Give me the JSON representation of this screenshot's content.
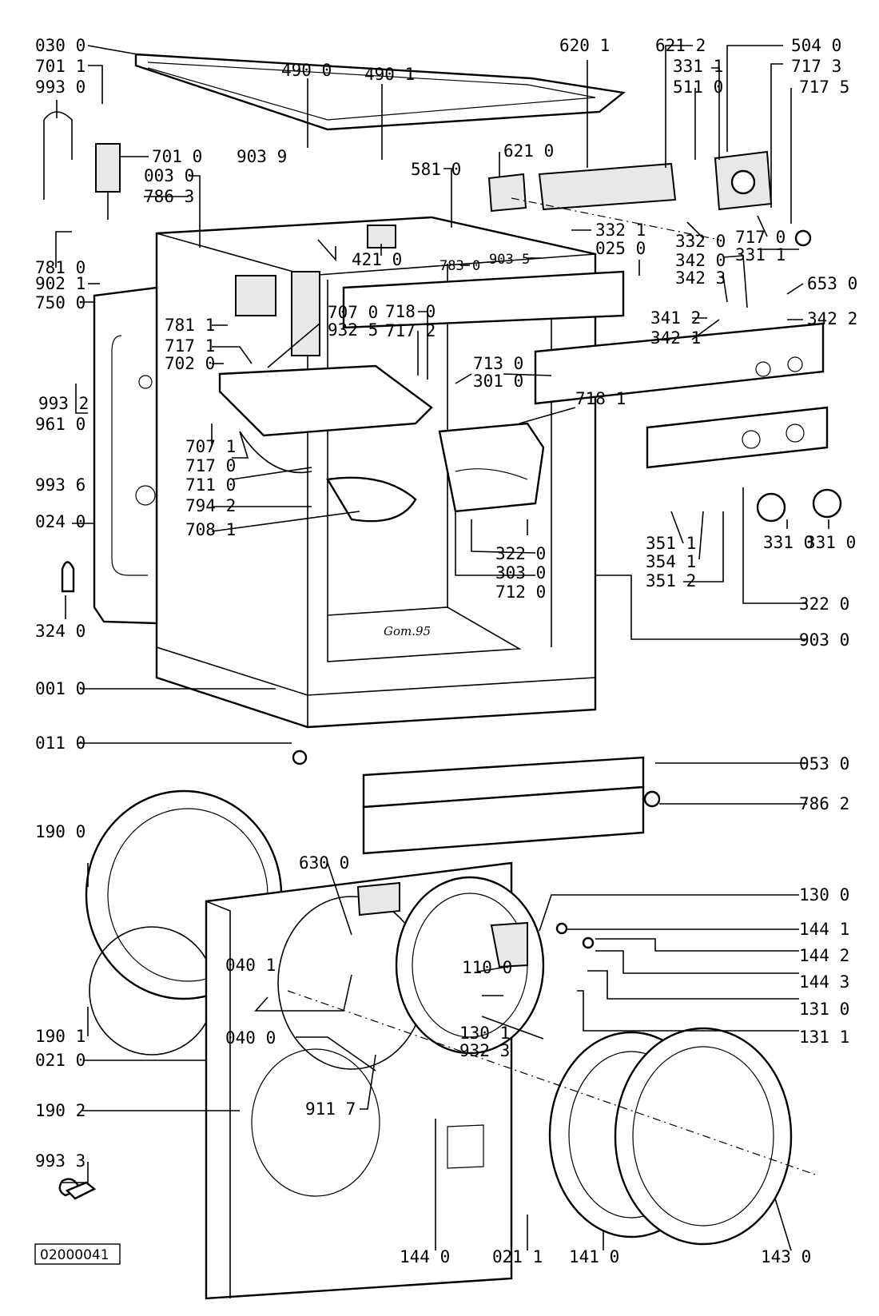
{
  "doc_number": "02000041",
  "stamp": "Gom.95",
  "labels": {
    "l030_0": "030 0",
    "l701_1": "701 1",
    "l993_0": "993 0",
    "l701_0": "701 0",
    "l003_0": "003 0",
    "l786_3": "786 3",
    "l781_0": "781 0",
    "l902_1": "902 1",
    "l750_0": "750 0",
    "l781_1": "781 1",
    "l717_1": "717 1",
    "l702_0": "702 0",
    "l707_0": "707 0",
    "l932_5": "932 5",
    "l993_2": "993 2",
    "l961_0": "961 0",
    "l707_1": "707 1",
    "l717_0a": "717 0",
    "l711_0": "711 0",
    "l993_6": "993 6",
    "l794_2": "794 2",
    "l024_0": "024 0",
    "l708_1": "708 1",
    "l324_0": "324 0",
    "l001_0": "001 0",
    "l011_0": "011 0",
    "l490_0": "490 0",
    "l490_1": "490 1",
    "l903_9": "903 9",
    "l421_0": "421 0",
    "l581_0": "581 0",
    "l783_0": "783 0",
    "l903_5": "903 5",
    "l620_1": "620 1",
    "l621_0": "621 0",
    "l621_2": "621 2",
    "l331_1a": "331 1",
    "l511_0": "511 0",
    "l504_0": "504 0",
    "l717_3": "717 3",
    "l717_5": "717 5",
    "l332_1": "332 1",
    "l025_0": "025 0",
    "l332_0": "332 0",
    "l717_0b": "717 0",
    "l331_1b": "331 1",
    "l342_0": "342 0",
    "l342_3": "342 3",
    "l653_0": "653 0",
    "l341_2": "341 2",
    "l342_2": "342 2",
    "l342_1": "342 1",
    "l718_0": "718 0",
    "l717_2": "717 2",
    "l713_0": "713 0",
    "l301_0": "301 0",
    "l718_1": "718 1",
    "l322_0a": "322 0",
    "l303_0": "303 0",
    "l712_0": "712 0",
    "l351_1": "351 1",
    "l354_1": "354 1",
    "l351_2": "351 2",
    "l331_0a": "331 0",
    "l331_0b": "331 0",
    "l322_0b": "322 0",
    "l903_0": "903 0",
    "l053_0": "053 0",
    "l786_2": "786 2",
    "l190_0": "190 0",
    "l630_0": "630 0",
    "l130_0": "130 0",
    "l144_1": "144 1",
    "l144_2": "144 2",
    "l144_3": "144 3",
    "l131_0": "131 0",
    "l131_1": "131 1",
    "l040_1": "040 1",
    "l110_0": "110 0",
    "l130_1": "130 1",
    "l932_3": "932 3",
    "l040_0": "040 0",
    "l190_1": "190 1",
    "l021_0": "021 0",
    "l911_7": "911 7",
    "l190_2": "190 2",
    "l993_3": "993 3",
    "l144_0": "144 0",
    "l021_1": "021 1",
    "l141_0": "141 0",
    "l143_0": "143 0"
  }
}
